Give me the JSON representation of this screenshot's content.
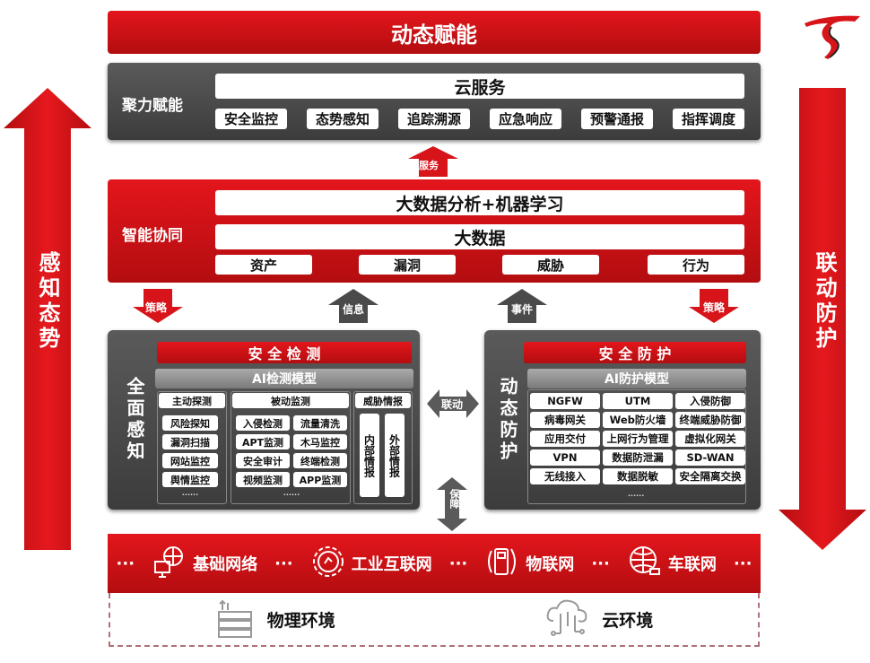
{
  "header": {
    "title": "动态赋能"
  },
  "logo": {
    "text": "S"
  },
  "cloud_layer": {
    "label": "聚力赋能",
    "title": "云服务",
    "items": [
      "安全监控",
      "态势感知",
      "追踪溯源",
      "应急响应",
      "预警通报",
      "指挥调度"
    ]
  },
  "service_arrow": "服务",
  "smart_layer": {
    "label": "智能协同",
    "row1": "大数据分析+机器学习",
    "row2": "大数据",
    "items": [
      "资产",
      "漏洞",
      "威胁",
      "行为"
    ]
  },
  "flow_arrows": {
    "left_policy": "策略",
    "info": "信息",
    "event": "事件",
    "right_policy": "策略"
  },
  "detection": {
    "label": "全面感知",
    "title": "安 全 检 测",
    "model": "AI检测模型",
    "active": {
      "title": "主动探测",
      "items": [
        "风险探知",
        "漏洞扫描",
        "网站监控",
        "舆情监控"
      ],
      "more": "······"
    },
    "passive": {
      "title": "被动监测",
      "items": [
        "入侵检测",
        "流量清洗",
        "APT监测",
        "木马监控",
        "安全审计",
        "终端检测",
        "视频监测",
        "APP监测"
      ],
      "more": "······"
    },
    "intel": {
      "title": "威胁情报",
      "items": [
        "内部情报",
        "外部情报"
      ]
    }
  },
  "linkage": "联动",
  "guarantee": "保障",
  "protection": {
    "label": "动态防护",
    "title": "安 全 防 护",
    "model": "AI防护模型",
    "items": [
      "NGFW",
      "UTM",
      "入侵防御",
      "病毒网关",
      "Web防火墙",
      "终端威胁防御",
      "应用交付",
      "上网行为管理",
      "虚拟化网关",
      "VPN",
      "数据防泄漏",
      "SD-WAN",
      "无线接入",
      "数据脱敏",
      "安全隔离交换"
    ],
    "more": "······"
  },
  "side_left": "感知态势",
  "side_right": "联动防护",
  "networks": {
    "dots": "···",
    "items": [
      "基础网络",
      "工业互联网",
      "物联网",
      "车联网"
    ]
  },
  "environments": [
    "物理环境",
    "云环境"
  ],
  "colors": {
    "red": "#d7141a",
    "gray": "#4a4a4a"
  }
}
